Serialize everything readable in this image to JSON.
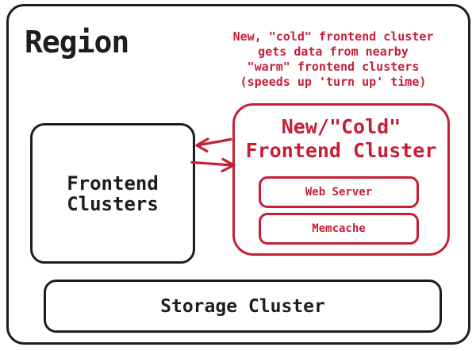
{
  "colors": {
    "ink": "#1d1d1f",
    "accent_red": "#c41f36",
    "background": "#ffffff"
  },
  "region": {
    "label": "Region"
  },
  "annotation": {
    "lines": [
      "New, \"cold\" frontend cluster",
      "gets data from nearby",
      "\"warm\" frontend clusters",
      "(speeds up 'turn up' time)"
    ]
  },
  "frontend_clusters": {
    "label": "Frontend\nClusters"
  },
  "cold_cluster": {
    "title": "New/\"Cold\"\nFrontend Cluster",
    "components": [
      {
        "label": "Web Server"
      },
      {
        "label": "Memcache"
      }
    ]
  },
  "storage_cluster": {
    "label": "Storage Cluster"
  }
}
